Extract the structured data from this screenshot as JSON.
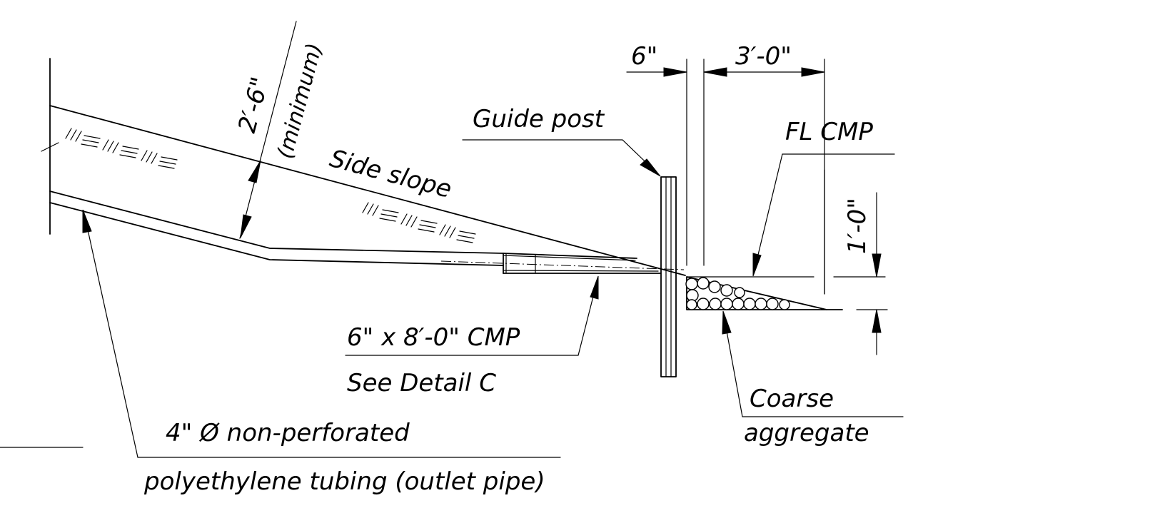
{
  "labels": {
    "dim_6in": "6\"",
    "dim_3ft": "3′-0\"",
    "guide_post": "Guide post",
    "fl_cmp": "FL CMP",
    "dim_1ft": "1′-0\"",
    "dim_2ft6": "2′-6\"",
    "minimum": "(minimum)",
    "side_slope": "Side slope",
    "cmp_size": "6\" x 8′-0\" CMP",
    "see_detail": "See Detail C",
    "coarse": "Coarse",
    "aggregate": "aggregate",
    "pipe_line1": "4\" Ø  non-perforated",
    "pipe_line2": "polyethylene tubing (outlet pipe)"
  }
}
